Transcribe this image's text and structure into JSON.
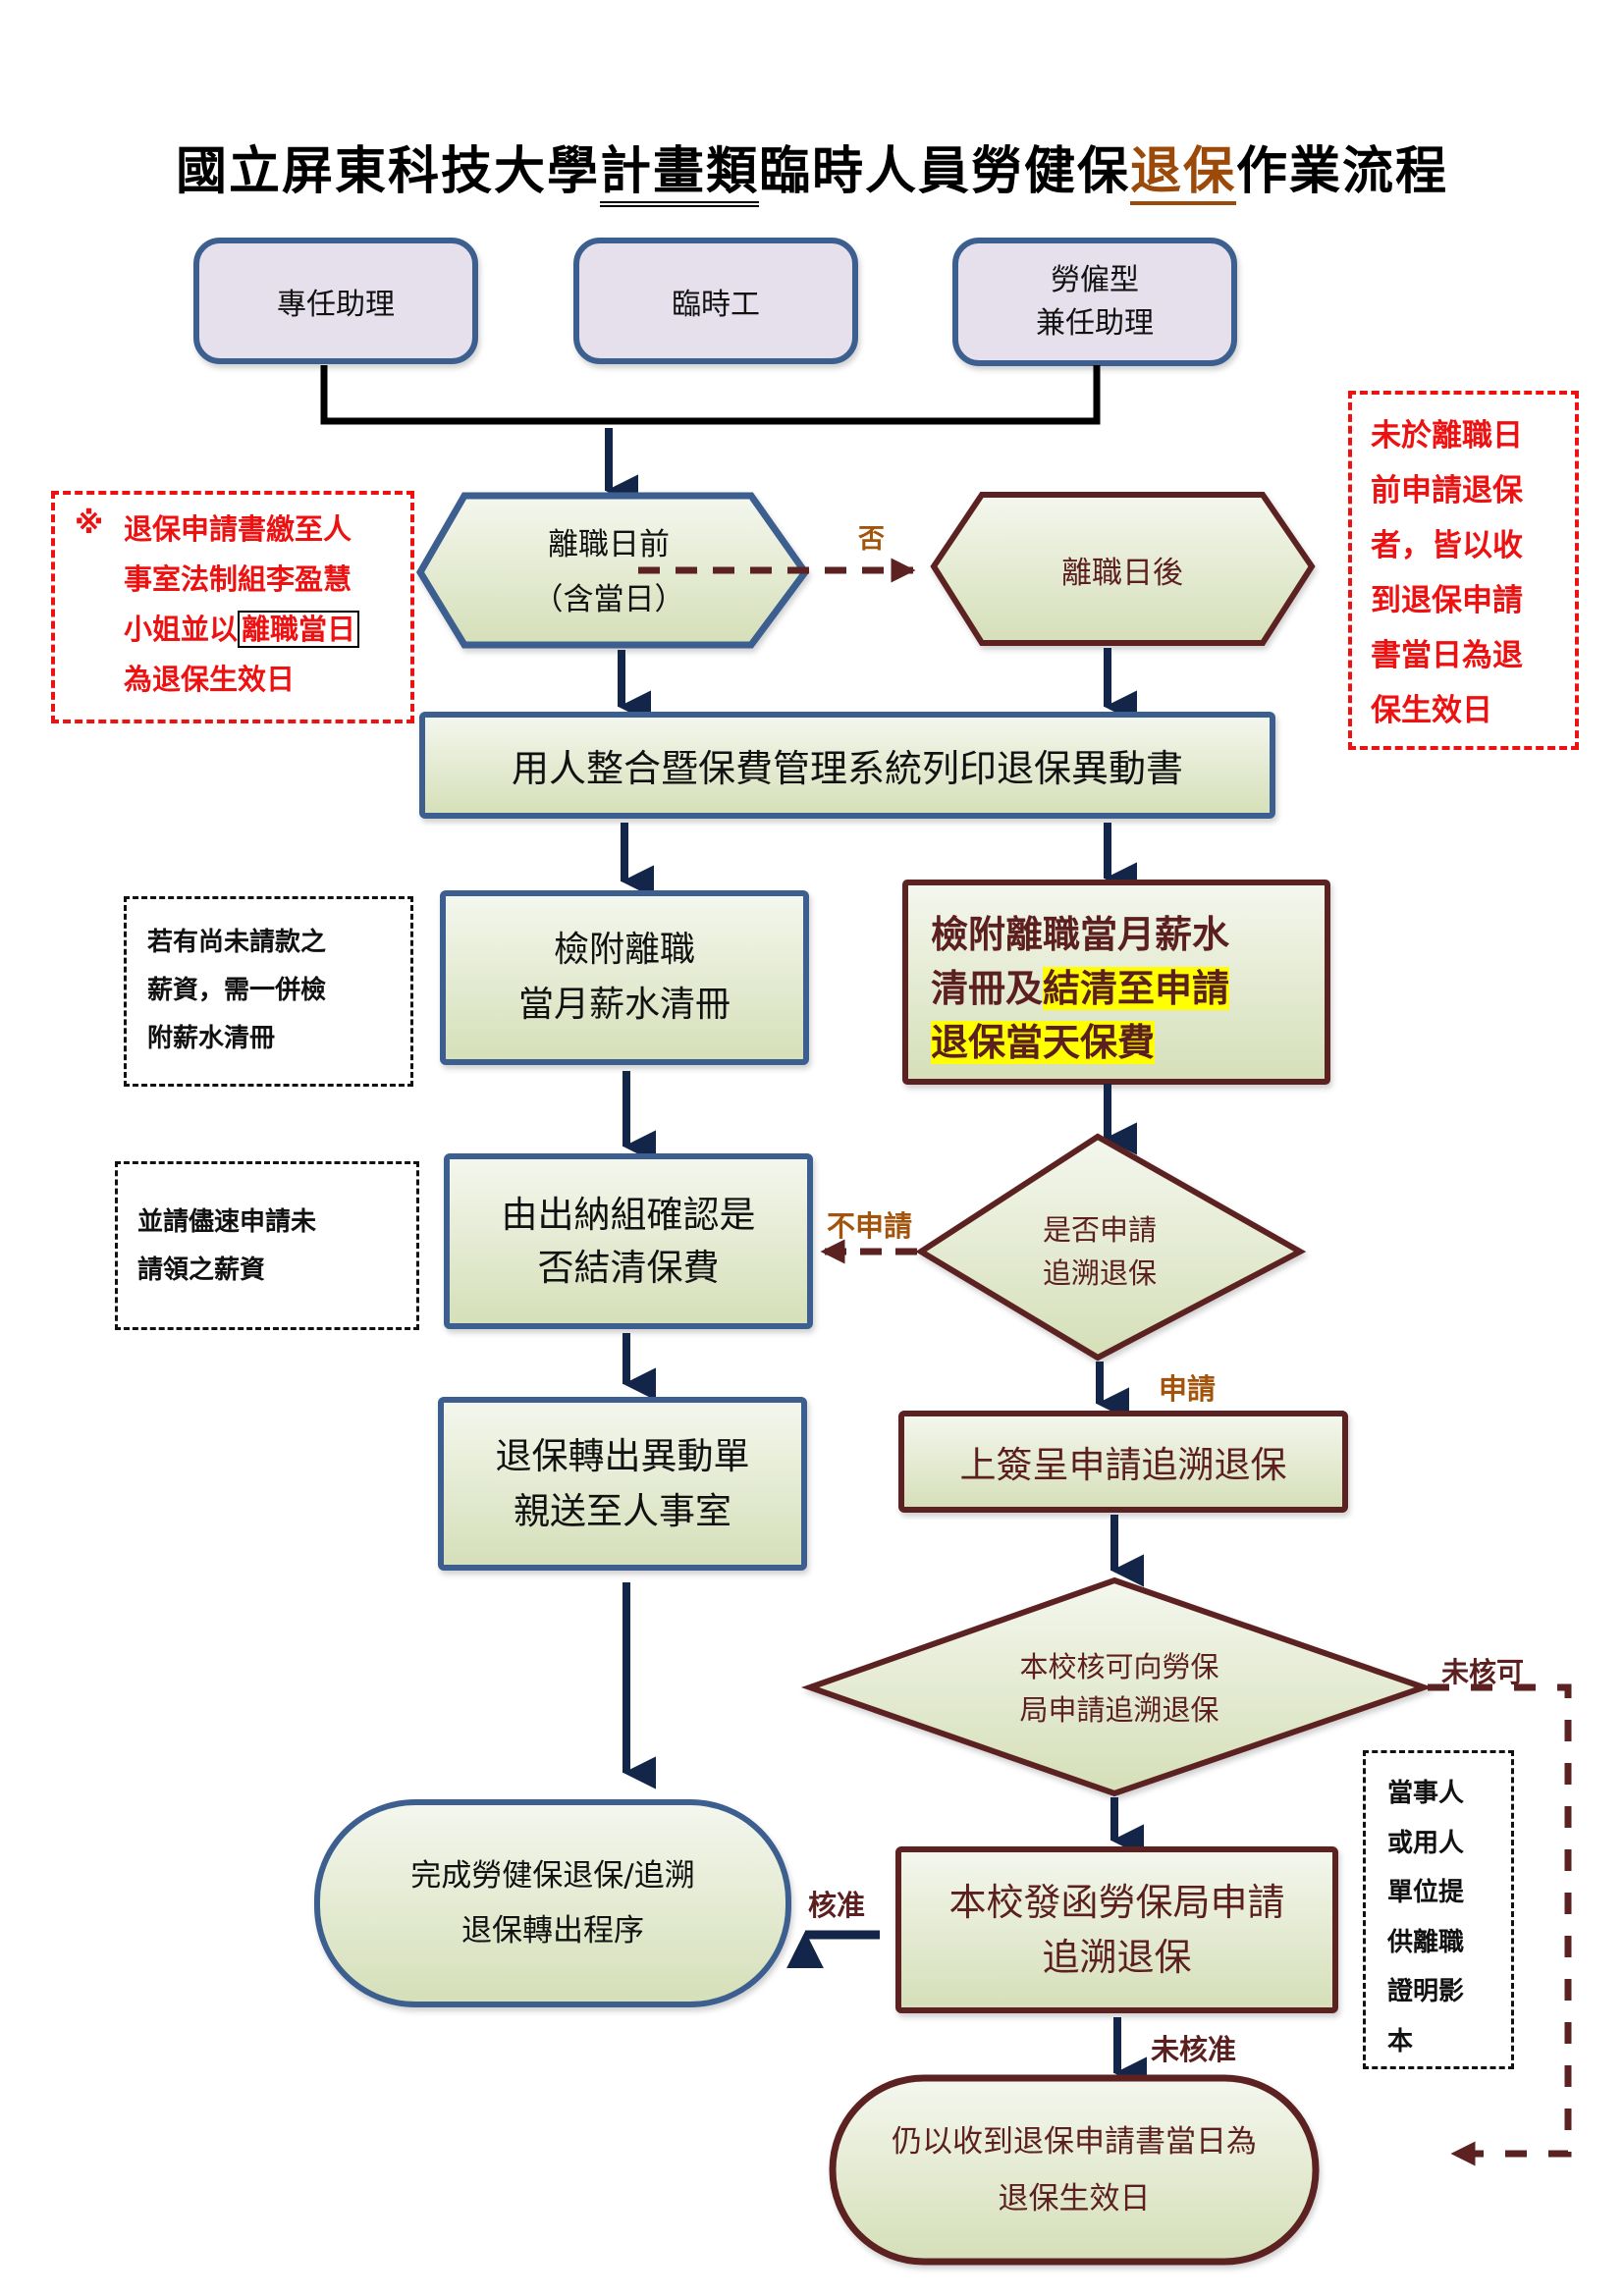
{
  "title": {
    "prefix": "國立屏東科技大學",
    "underlined": "計畫類",
    "middle": "臨時人員勞健保",
    "highlighted": "退保",
    "suffix": "作業流程"
  },
  "colors": {
    "blue_border": "#3d5f8f",
    "brown_border": "#5c2222",
    "box_fill_top": "#f2f5ea",
    "box_fill_bottom": "#d6e0bb",
    "top_box_fill": "#e5e0ec",
    "arrow": "#13264a",
    "note_red": "#ee1111",
    "label_orange": "#a3540c",
    "highlight": "#ffff00"
  },
  "roles": [
    {
      "lines": [
        "專任助理"
      ]
    },
    {
      "lines": [
        "臨時工"
      ]
    },
    {
      "lines": [
        "勞僱型",
        "兼任助理"
      ]
    }
  ],
  "decision_before": {
    "lines": [
      "離職日前",
      "（含當日）"
    ]
  },
  "decision_after": {
    "lines": [
      "離職日後"
    ]
  },
  "label_no": "否",
  "note_left_red": {
    "mark": "※",
    "lines": [
      "退保申請書繳至人",
      "事室法制組李盈慧",
      "小姐並以",
      "為退保生效日"
    ],
    "boxed": "離職當日"
  },
  "note_right_red": {
    "lines": [
      "未於離職日",
      "前申請退保",
      "者，皆以收",
      "到退保申請",
      "書當日為退",
      "保生效日"
    ]
  },
  "print_step": {
    "text": "用人整合暨保費管理系統列印退保異動書"
  },
  "note_salary": {
    "lines": [
      "若有尚未請款之",
      "薪資，需一併檢",
      "附薪水清冊"
    ]
  },
  "attach_left": {
    "lines": [
      "檢附離職",
      "當月薪水清冊"
    ]
  },
  "attach_right": {
    "line1": "檢附離職當月薪水",
    "line2_plain": "清冊及",
    "line2_hi": "結清至申請",
    "line3_hi": "退保當天保費"
  },
  "note_apply": {
    "lines": [
      "並請儘速申請未",
      "請領之薪資"
    ]
  },
  "cashier_check": {
    "lines": [
      "由出納組確認是",
      "否結清保費"
    ]
  },
  "label_not_apply": "不申請",
  "decision_retro": {
    "lines": [
      "是否申請",
      "追溯退保"
    ]
  },
  "label_apply": "申請",
  "transfer_form": {
    "lines": [
      "退保轉出異動單",
      "親送至人事室"
    ]
  },
  "petition": {
    "text": "上簽呈申請追溯退保"
  },
  "decision_school": {
    "lines": [
      "本校核可向勞保",
      "局申請追溯退保"
    ]
  },
  "label_not_approved_school": "未核可",
  "note_proof": {
    "lines": [
      "當事人",
      "或用人",
      "單位提",
      "供離職",
      "證明影",
      "本"
    ]
  },
  "terminal_done": {
    "lines": [
      "完成勞健保退保/追溯",
      "退保轉出程序"
    ]
  },
  "label_approved": "核准",
  "letter_bli": {
    "lines": [
      "本校發函勞保局申請",
      "追溯退保"
    ]
  },
  "label_not_approved_bli": "未核准",
  "terminal_fallback": {
    "lines": [
      "仍以收到退保申請書當日為",
      "退保生效日"
    ]
  }
}
